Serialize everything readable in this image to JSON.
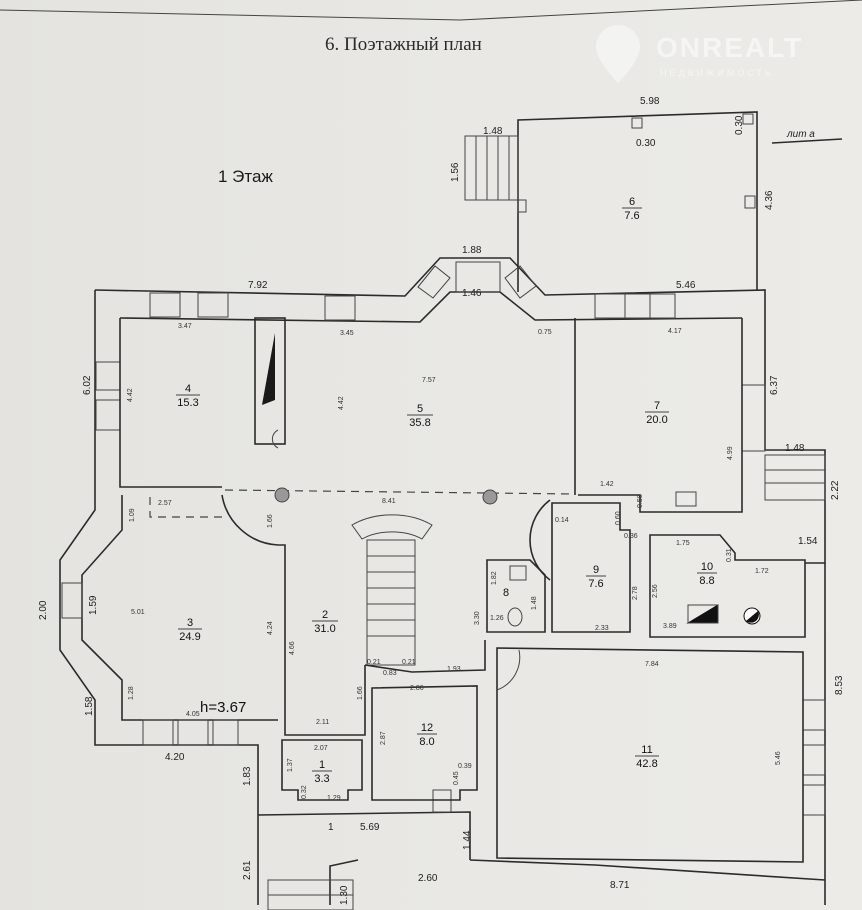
{
  "title": "6. Поэтажный план",
  "floor_label": "1   Этаж",
  "lit_label": "лит а",
  "watermark": {
    "brand": "ONREALT",
    "tagline": "НЕДВИЖИМОСТЬ"
  },
  "ceiling_height": "h=3.67",
  "rooms": [
    {
      "number": "1",
      "area": "3.3"
    },
    {
      "number": "2",
      "area": "31.0"
    },
    {
      "number": "3",
      "area": "24.9"
    },
    {
      "number": "4",
      "area": "15.3"
    },
    {
      "number": "5",
      "area": "35.8"
    },
    {
      "number": "6",
      "area": "7.6"
    },
    {
      "number": "7",
      "area": "20.0"
    },
    {
      "number": "8",
      "area": ""
    },
    {
      "number": "9",
      "area": "7.6"
    },
    {
      "number": "10",
      "area": "8.8"
    },
    {
      "number": "11",
      "area": "42.8"
    },
    {
      "number": "12",
      "area": "8.0"
    }
  ],
  "outer_dimensions": [
    "5.98",
    "1.48",
    "1.56",
    "4.36",
    "0.30",
    "0.30",
    "1.88",
    "7.92",
    "1.46",
    "5.46",
    "6.02",
    "6.37",
    "1.48",
    "2.22",
    "1.54",
    "2.00",
    "1.59",
    "1.58",
    "4.20",
    "1.83",
    "8.53",
    "1",
    "5.69",
    "1.44",
    "2.61",
    "2.60",
    "1.30",
    "8.71"
  ],
  "inner_dimensions": [
    "3.47",
    "4.42",
    "3.45",
    "4.42",
    "7.57",
    "0.75",
    "4.17",
    "4.99",
    "1.42",
    "0.58",
    "8.41",
    "1.66",
    "2.57",
    "1.09",
    "5.01",
    "4.24",
    "1.28",
    "4.05",
    "4.66",
    "0.14",
    "0.60",
    "0.36",
    "2.78",
    "2.33",
    "1.75",
    "0.31",
    "1.72",
    "2.56",
    "3.89",
    "1.82",
    "1.48",
    "3.30",
    "1.26",
    "0.21",
    "0.21",
    "0.83",
    "1.93",
    "1.66",
    "2.11",
    "2.86",
    "2.87",
    "0.39",
    "0.45",
    "2.07",
    "1.37",
    "0.32",
    "1.29",
    "7.84",
    "5.46"
  ]
}
